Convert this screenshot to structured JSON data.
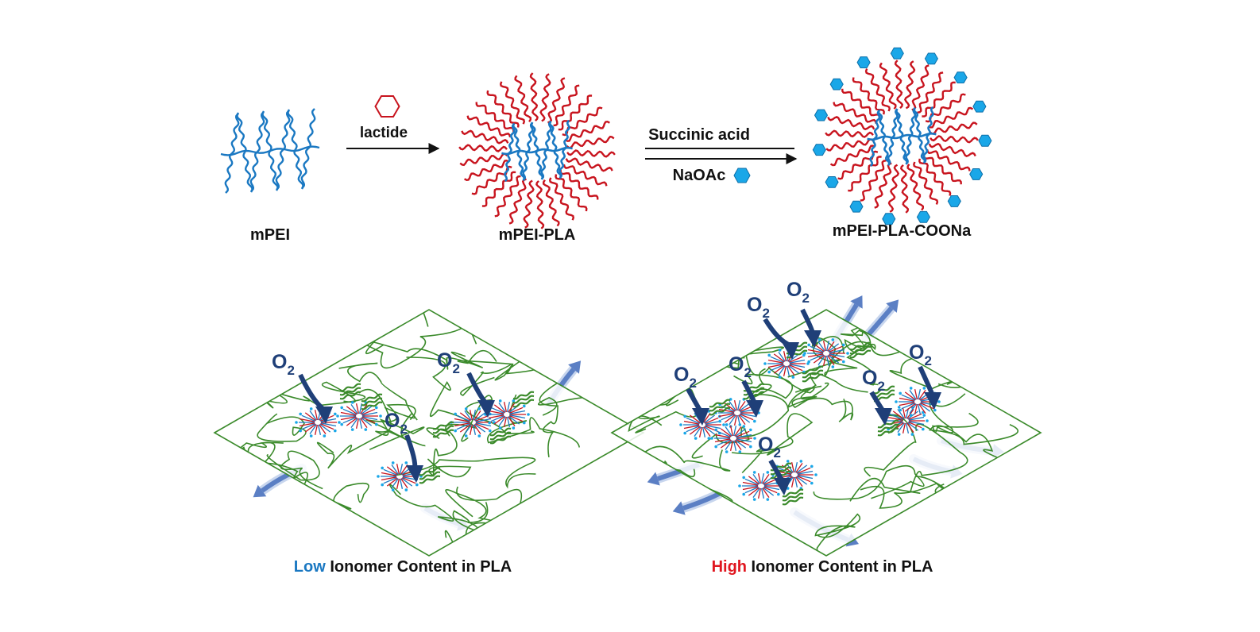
{
  "colors": {
    "mpei_blue": "#1a78c2",
    "pla_red": "#c8141e",
    "ionomer_cyan": "#1aa7e8",
    "matrix_green": "#3a8a2a",
    "o2_navy": "#1f3f78",
    "escape_arrow": "#5b7fc4",
    "label_low": "#1a78c2",
    "label_high": "#e0161f"
  },
  "scheme": {
    "mpei_label": "mPEI",
    "mpei_pla_label": "mPEI-PLA",
    "mpei_pla_coona_label": "mPEI-PLA-COONa",
    "step1_reagent": "lactide",
    "step2_reagent_top": "Succinic acid",
    "step2_reagent_bottom": "NaOAc"
  },
  "panels": {
    "low": {
      "highlight": "Low",
      "rest": " Ionomer Content in PLA"
    },
    "high": {
      "highlight": "High",
      "rest": " Ionomer Content in PLA"
    }
  },
  "o2": {
    "main": "O",
    "sub": "2"
  },
  "icons": {
    "lactide": "hexagon-outline-icon",
    "naoac": "hexagon-filled-icon"
  }
}
